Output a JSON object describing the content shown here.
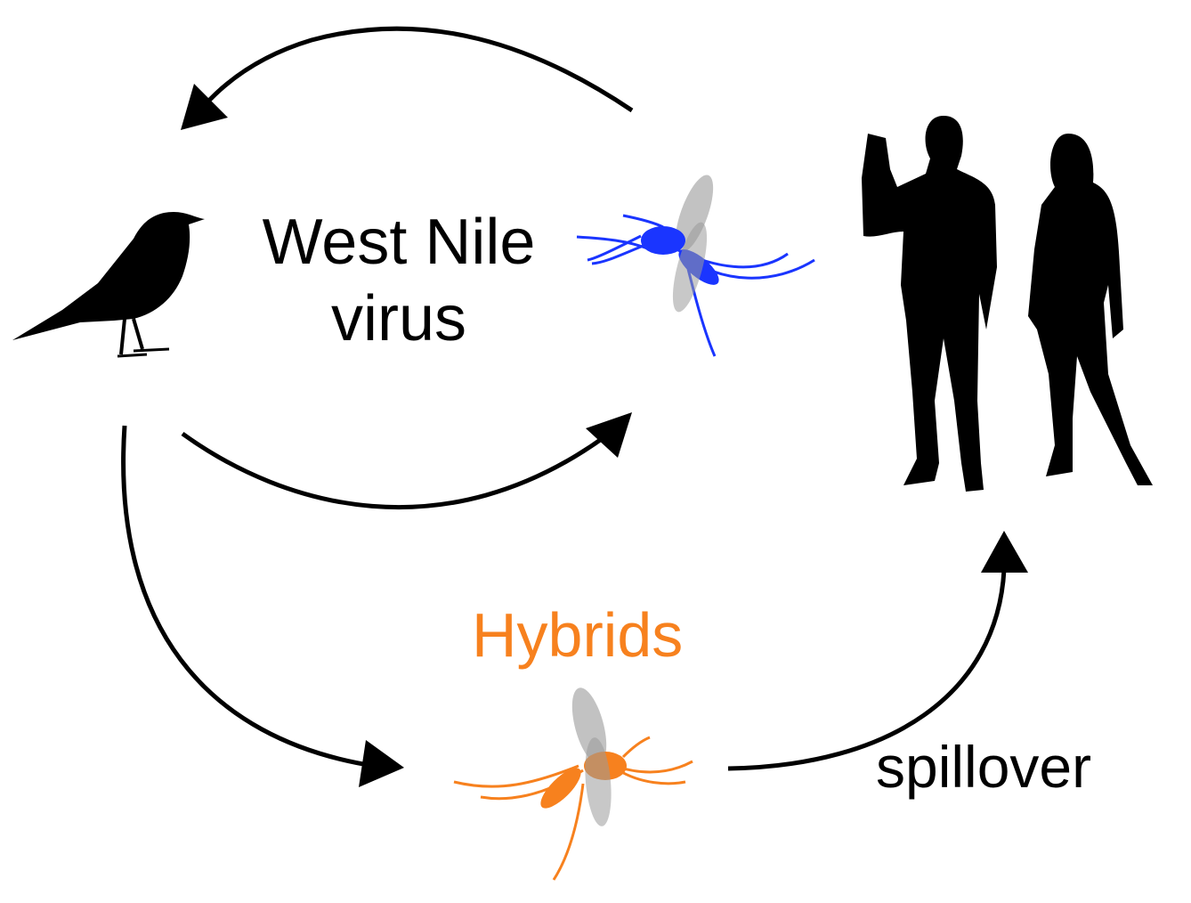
{
  "labels": {
    "virus_line1": "West Nile",
    "virus_line2": "virus",
    "hybrids": "Hybrids",
    "spillover": "spillover"
  },
  "colors": {
    "vector_mosquito": "#1a35ff",
    "hybrid_mosquito": "#f7811e",
    "wing": "#9a9a9a",
    "arrows": "#000000"
  }
}
